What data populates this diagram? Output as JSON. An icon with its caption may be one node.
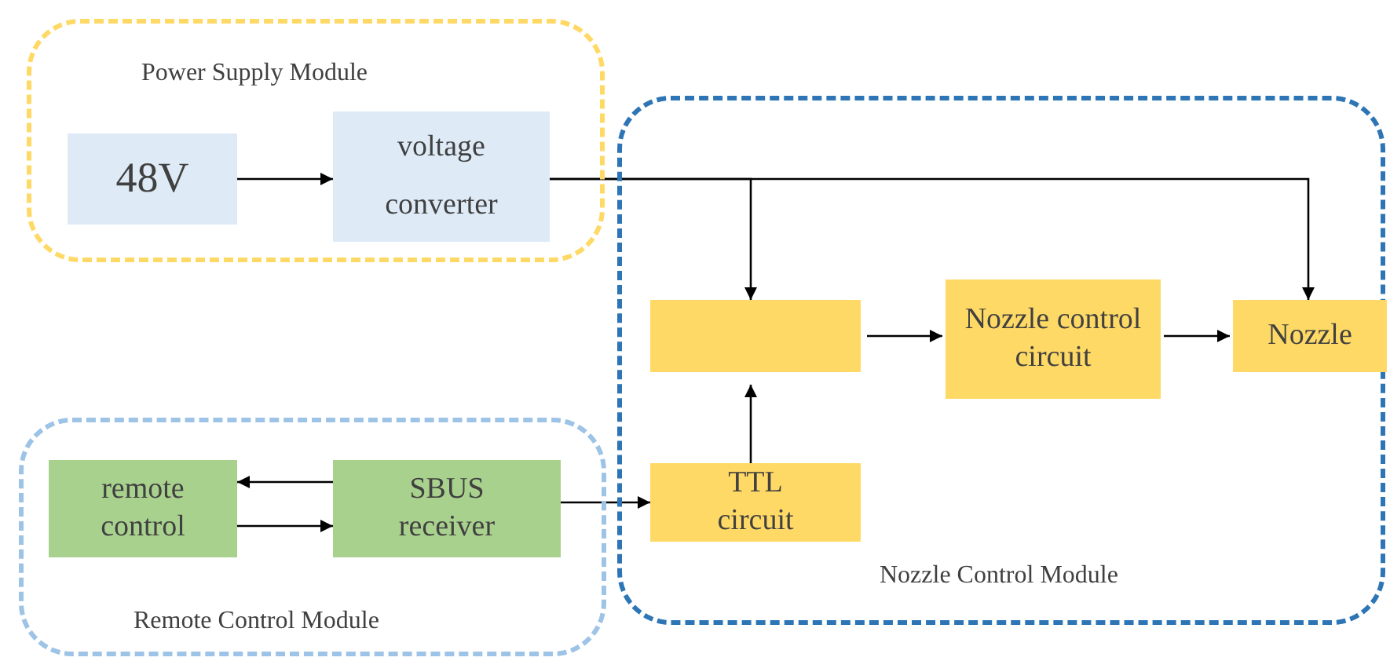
{
  "diagram": {
    "nodes": [
      {
        "text": [
          "Power Supply Module"
        ]
      },
      {
        "text": [
          "48V"
        ],
        "in": 0
      },
      {
        "text": [
          "voltage converter"
        ],
        "in": 0
      },
      {
        "text": [
          "Nozzle Control Module"
        ]
      },
      {
        "text": [],
        "shape": "box",
        "in": 3
      },
      {
        "text": [
          "Nozzle control circuit"
        ],
        "in": 3
      },
      {
        "text": [
          "Nozzle"
        ],
        "in": 3
      },
      {
        "text": [
          "TTL circuit"
        ],
        "in": 3
      },
      {
        "text": [
          "Remote Control Module"
        ]
      },
      {
        "text": [
          "remote control"
        ],
        "in": 8
      },
      {
        "text": [
          "SBUS receiver"
        ],
        "in": 8
      }
    ],
    "edges": [
      {
        "from": 1,
        "to": 2,
        "arrow": "to"
      },
      {
        "from": 2,
        "to": 4,
        "arrow": "to"
      },
      {
        "from": 2,
        "to": 6,
        "arrow": "to"
      },
      {
        "from": 4,
        "to": 5,
        "arrow": "to"
      },
      {
        "from": 5,
        "to": 6,
        "arrow": "to"
      },
      {
        "from": 7,
        "to": 4,
        "arrow": "to"
      },
      {
        "from": 10,
        "to": 9,
        "arrow": "to"
      },
      {
        "from": 9,
        "to": 10,
        "arrow": "to"
      },
      {
        "from": 10,
        "to": 7,
        "arrow": "to"
      }
    ]
  }
}
